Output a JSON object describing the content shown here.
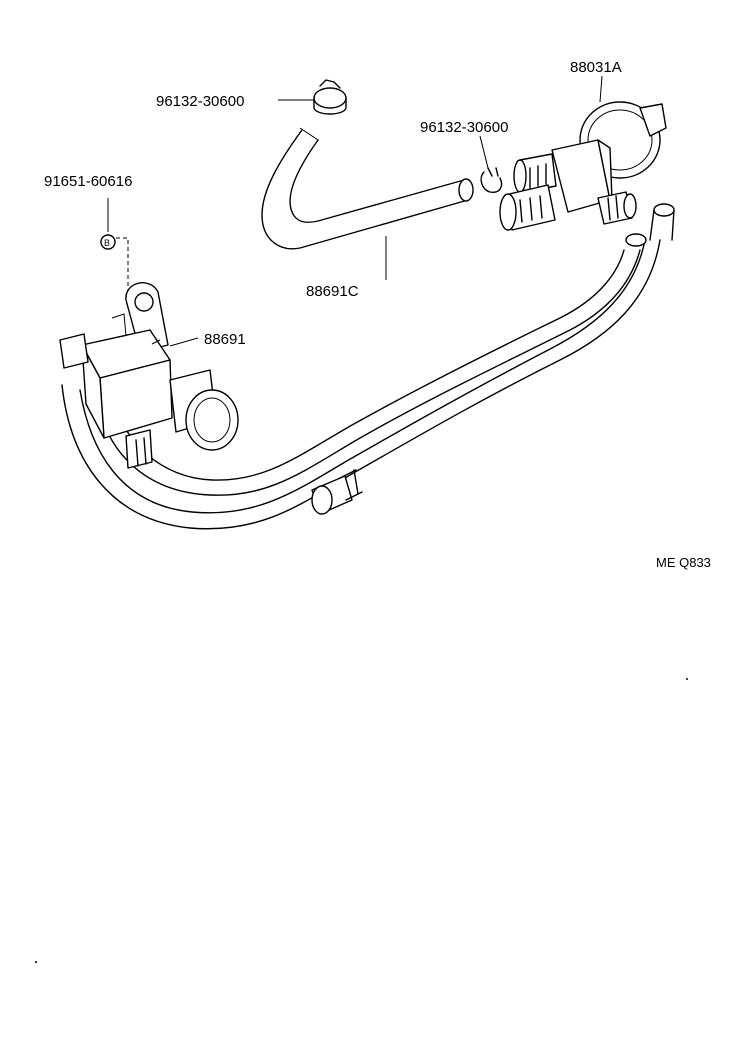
{
  "labels": {
    "clamp_top": "96132-30600",
    "clamp_right": "96132-30600",
    "valve_88031a": "88031A",
    "bolt": "91651-60616",
    "bolt_marker": "B",
    "hose_88691c": "88691C",
    "vsv_88691": "88691",
    "drawing_code": "ME Q833"
  }
}
